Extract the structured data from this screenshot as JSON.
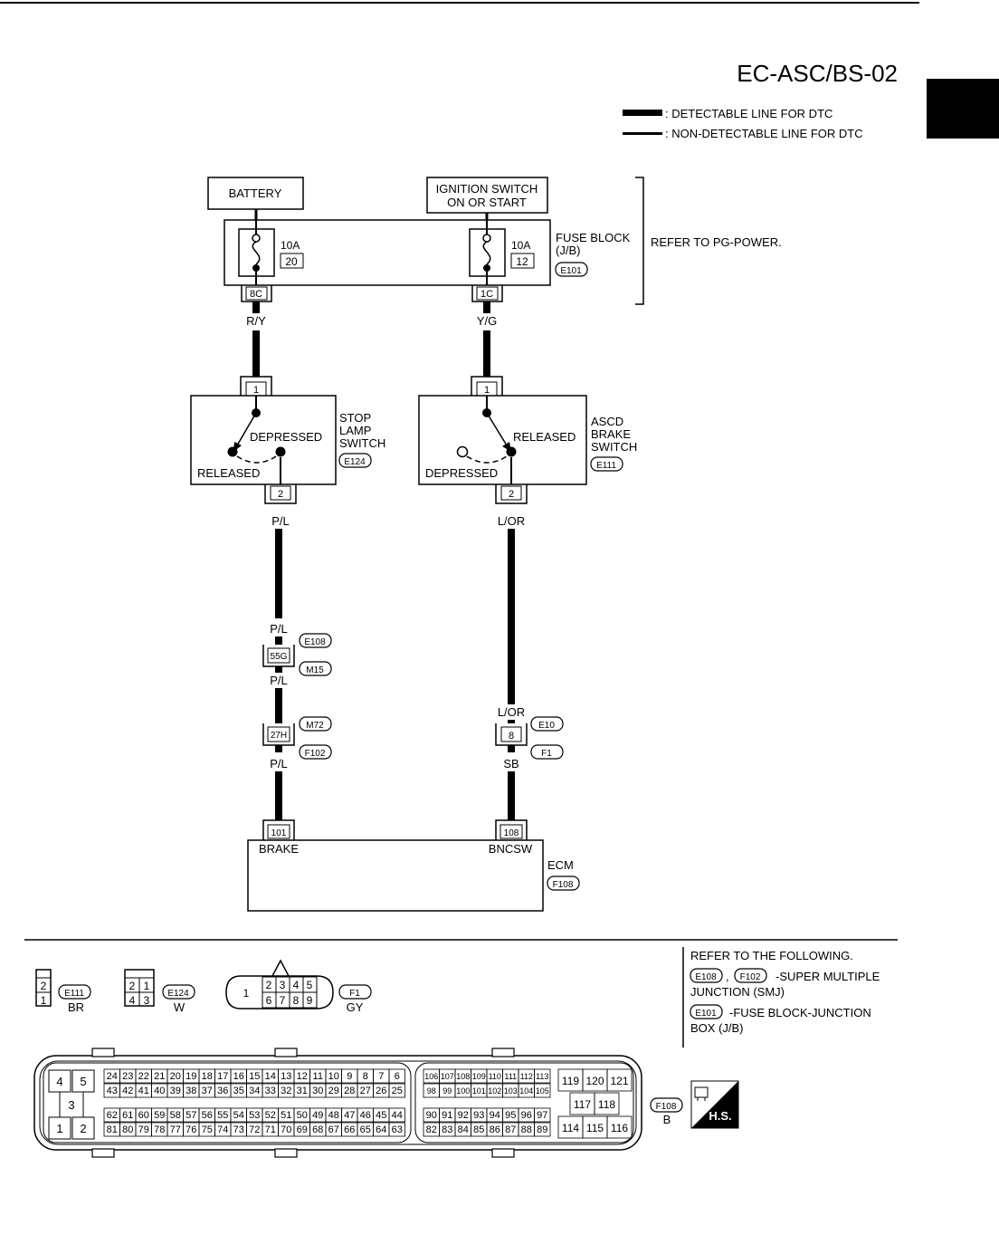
{
  "page": {
    "code": "EC-ASC/BS-02",
    "legend": [
      {
        "label": ": DETECTABLE LINE FOR DTC"
      },
      {
        "label": ": NON-DETECTABLE LINE FOR DTC"
      }
    ]
  },
  "power": {
    "battery": "BATTERY",
    "ignition_line1": "IGNITION SWITCH",
    "ignition_line2": "ON OR START",
    "fuse_left": {
      "amp": "10A",
      "num": "20",
      "terminal": "8C"
    },
    "fuse_right": {
      "amp": "10A",
      "num": "12",
      "terminal": "1C"
    },
    "fuse_block_line1": "FUSE BLOCK",
    "fuse_block_line2": "(J/B)",
    "fuse_block_conn": "E101",
    "refer": "REFER TO PG-POWER."
  },
  "wires": {
    "left_top": "R/Y",
    "right_top": "Y/G",
    "left_mid": "P/L",
    "right_mid": "L/OR",
    "left_a": "P/L",
    "left_b": "P/L",
    "left_c": "P/L",
    "right_a": "L/OR",
    "right_b": "SB"
  },
  "stop_lamp": {
    "pin_in": "1",
    "pin_out": "2",
    "depressed": "DEPRESSED",
    "released": "RELEASED",
    "name_line1": "STOP",
    "name_line2": "LAMP",
    "name_line3": "SWITCH",
    "conn": "E124"
  },
  "ascd": {
    "pin_in": "1",
    "pin_out": "2",
    "released": "RELEASED",
    "depressed": "DEPRESSED",
    "name_line1": "ASCD",
    "name_line2": "BRAKE",
    "name_line3": "SWITCH",
    "conn": "E111"
  },
  "junctions": {
    "j1": {
      "pin": "55G",
      "conn_top": "E108",
      "conn_bottom": "M15"
    },
    "j2": {
      "pin": "27H",
      "conn_top": "M72",
      "conn_bottom": "F102"
    },
    "j3": {
      "pin": "8",
      "conn_top": "E10",
      "conn_bottom": "F1"
    }
  },
  "ecm": {
    "name": "ECM",
    "conn": "F108",
    "pin_brake": "101",
    "label_brake": "BRAKE",
    "pin_bncsw": "108",
    "label_bncsw": "BNCSW"
  },
  "connectors": {
    "e111": {
      "id": "E111",
      "color": "BR",
      "pins": [
        "2",
        "1"
      ]
    },
    "e124": {
      "id": "E124",
      "color": "W",
      "pins": [
        "2",
        "1",
        "4",
        "3"
      ]
    },
    "f1": {
      "id": "F1",
      "color": "GY",
      "pins": [
        "1",
        "2",
        "3",
        "4",
        "5",
        "6",
        "7",
        "8",
        "9"
      ]
    },
    "f108": {
      "id": "F108",
      "color": "B",
      "block_a": [
        "4",
        "5",
        "3",
        "1",
        "2"
      ],
      "row1": [
        "24",
        "23",
        "22",
        "21",
        "20",
        "19",
        "18",
        "17",
        "16",
        "15",
        "14",
        "13",
        "12",
        "11",
        "10",
        "9",
        "8",
        "7",
        "6"
      ],
      "row2": [
        "43",
        "42",
        "41",
        "40",
        "39",
        "38",
        "37",
        "36",
        "35",
        "34",
        "33",
        "32",
        "31",
        "30",
        "29",
        "28",
        "27",
        "26",
        "25"
      ],
      "row3": [
        "62",
        "61",
        "60",
        "59",
        "58",
        "57",
        "56",
        "55",
        "54",
        "53",
        "52",
        "51",
        "50",
        "49",
        "48",
        "47",
        "46",
        "45",
        "44"
      ],
      "row4": [
        "81",
        "80",
        "79",
        "78",
        "77",
        "76",
        "75",
        "74",
        "73",
        "72",
        "71",
        "70",
        "69",
        "68",
        "67",
        "66",
        "65",
        "64",
        "63"
      ],
      "row5": [
        "106",
        "107",
        "108",
        "109",
        "110",
        "111",
        "112",
        "113"
      ],
      "row6": [
        "98",
        "99",
        "100",
        "101",
        "102",
        "103",
        "104",
        "105"
      ],
      "row7": [
        "90",
        "91",
        "92",
        "93",
        "94",
        "95",
        "96",
        "97"
      ],
      "row8": [
        "82",
        "83",
        "84",
        "85",
        "86",
        "87",
        "88",
        "89"
      ],
      "block_c": [
        "119",
        "120",
        "121",
        "117",
        "118",
        "114",
        "115",
        "116"
      ]
    }
  },
  "refer_list": {
    "title": "REFER TO THE FOLLOWING.",
    "smj_conn1": "E108",
    "smj_conn2": "F102",
    "smj_text1": "-SUPER MULTIPLE",
    "smj_text2": "JUNCTION (SMJ)",
    "jb_conn": "E101",
    "jb_text1": "-FUSE BLOCK-JUNCTION",
    "jb_text2": "BOX (J/B)"
  },
  "hs_badge": "H.S."
}
